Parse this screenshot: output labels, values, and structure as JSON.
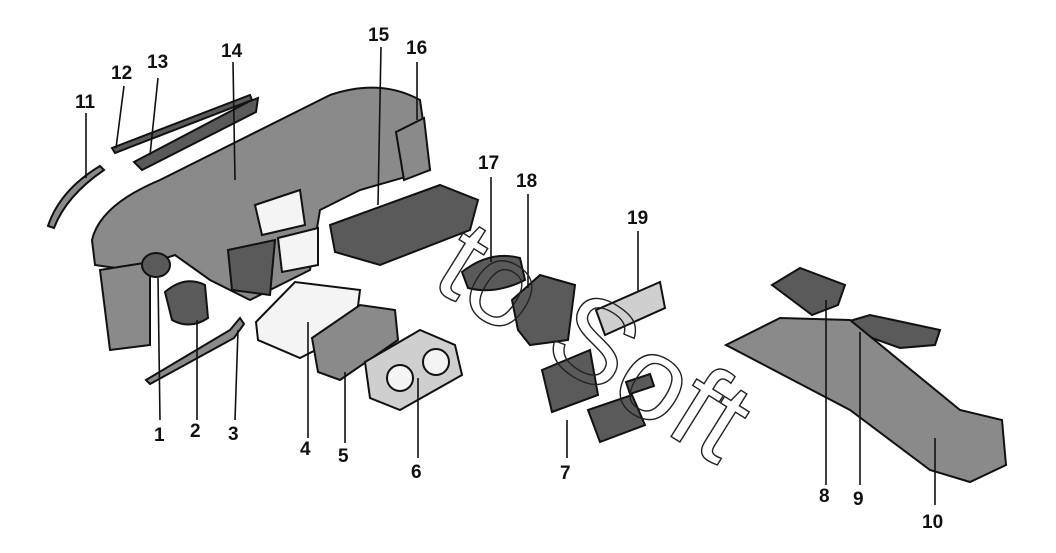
{
  "watermark": "to Soft",
  "callouts": [
    "1",
    "2",
    "3",
    "4",
    "5",
    "6",
    "7",
    "8",
    "9",
    "10",
    "11",
    "12",
    "13",
    "14",
    "15",
    "16",
    "17",
    "18",
    "19"
  ]
}
